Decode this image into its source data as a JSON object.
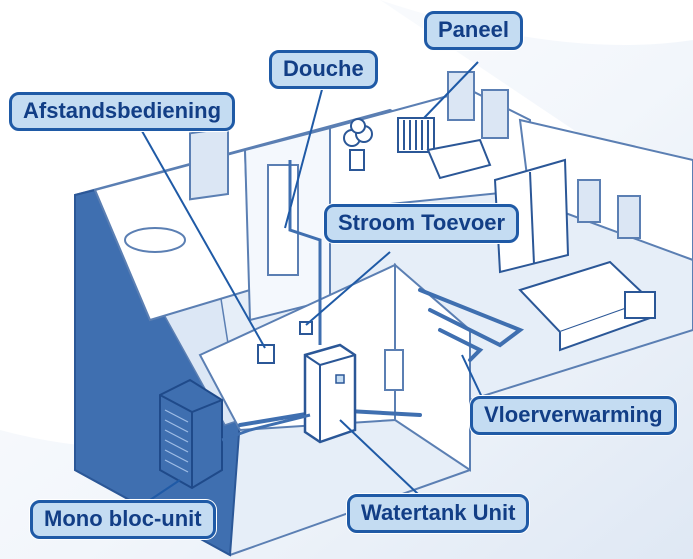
{
  "labels": {
    "paneel": "Paneel",
    "douche": "Douche",
    "afstandsbediening": "Afstandsbediening",
    "stroom_toevoer": "Stroom Toevoer",
    "vloerverwarming": "Vloerverwarming",
    "mono_bloc_unit": "Mono bloc-unit",
    "watertank_unit": "Watertank Unit"
  },
  "colors": {
    "label_fill": "#c4dcf2",
    "label_border": "#1f5aa6",
    "label_text": "#123e86",
    "pointer": "#1f5aa6",
    "wall_fill": "#ffffff",
    "wall_line": "#5b7fb3",
    "wall_dark": "#3f6fb0",
    "floor_fill": "#e6eef8"
  }
}
